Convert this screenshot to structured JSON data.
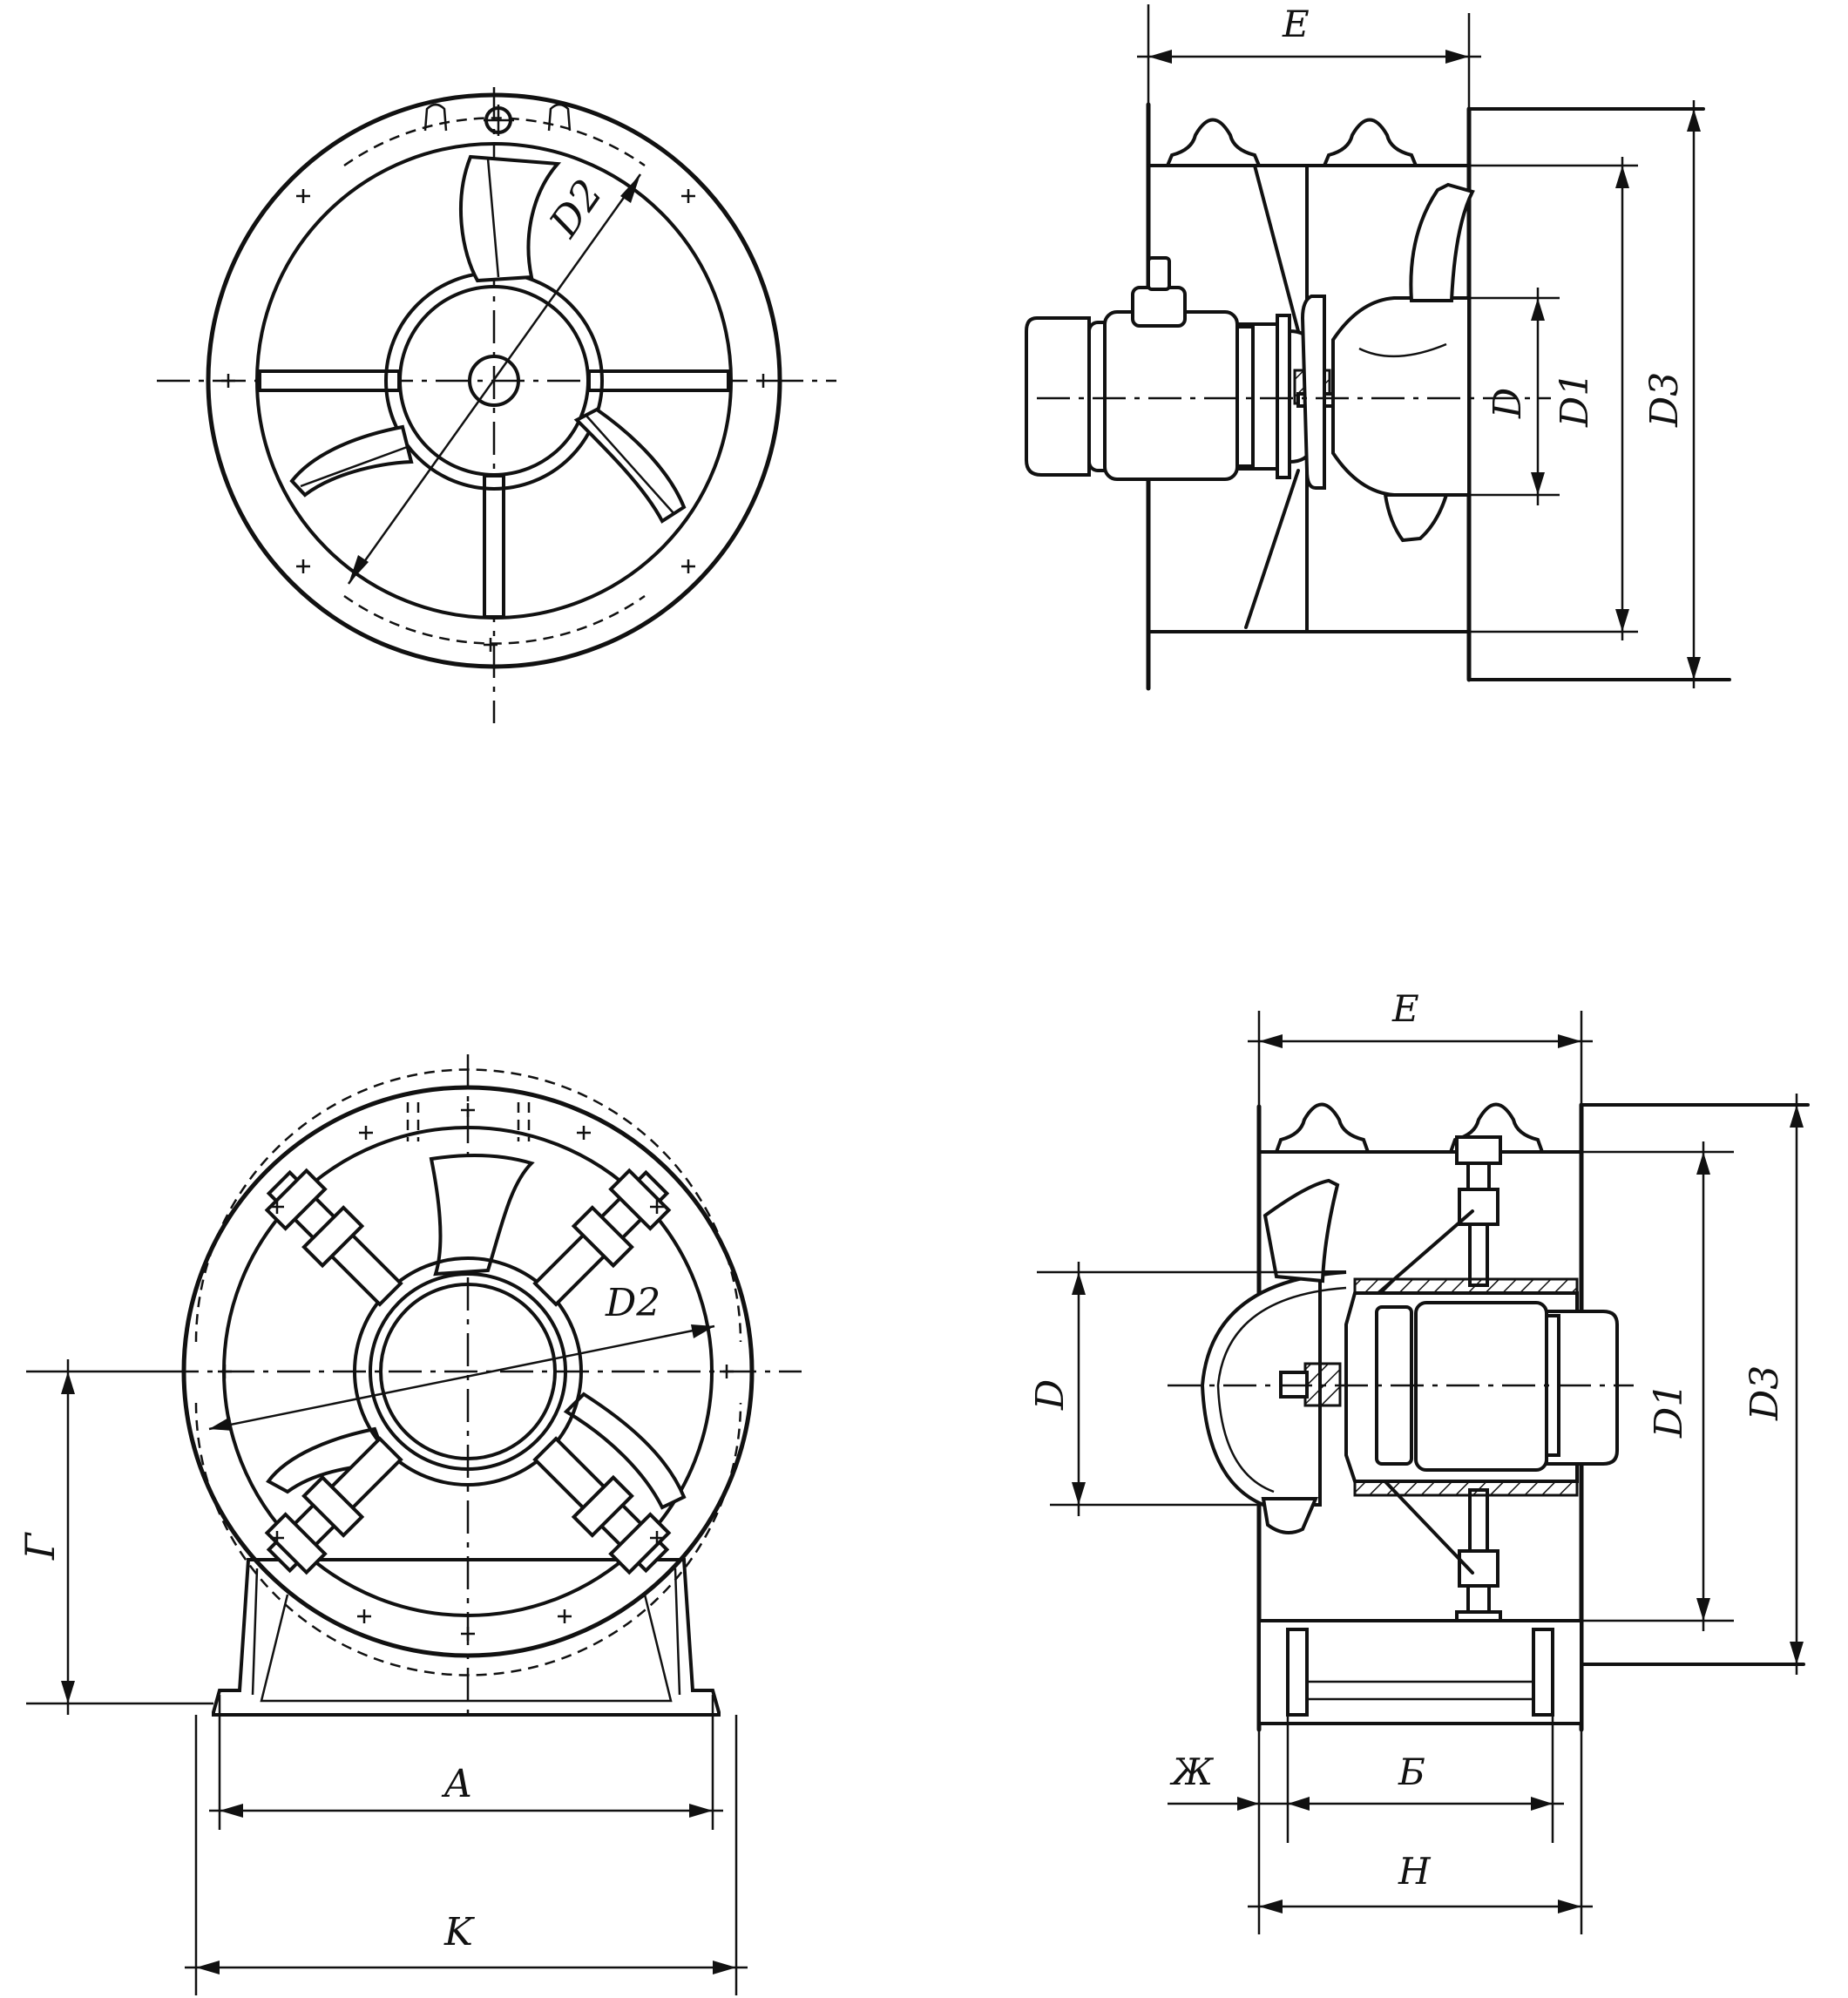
{
  "labels": {
    "fig1_d2": "D2",
    "fig2_e": "E",
    "fig2_d": "D",
    "fig2_d1": "D1",
    "fig2_d3": "D3",
    "fig3_d2": "D2",
    "fig3_g": "Г",
    "fig3_a": "A",
    "fig3_k": "K",
    "fig4_e": "E",
    "fig4_d": "D",
    "fig4_d1": "D1",
    "fig4_d3": "D3",
    "fig4_zh": "Ж",
    "fig4_b": "Б",
    "fig4_n": "H"
  },
  "colors": {
    "ink": "#111111",
    "paper": "#ffffff"
  }
}
